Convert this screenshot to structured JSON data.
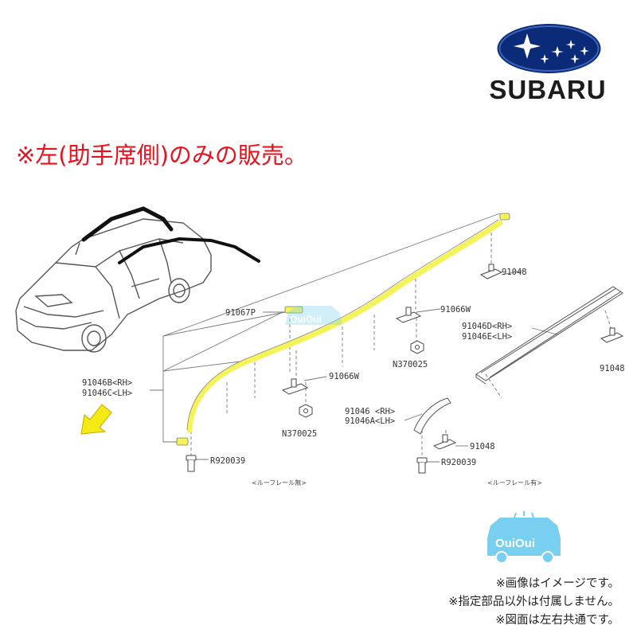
{
  "brand": {
    "name": "SUBARU",
    "logo_icon": "pleiades-star-emblem-icon",
    "colors": {
      "oval": "#0b2a78",
      "star": "#ffffff"
    }
  },
  "headline": {
    "text": "※左(助手席側)のみの販売。",
    "color": "#e8121f"
  },
  "diagram": {
    "highlight_color": "#f4f45a",
    "arrow_color": "#f5ea14",
    "part_labels": {
      "p91048_top": "91048",
      "p91067P": "91067P",
      "p91066W_top": "91066W",
      "p91046D": "91046D<RH>",
      "p91046E": "91046E<LH>",
      "pN370025_top": "N370025",
      "p91048_right": "91048",
      "p91046B": "91046B<RH>",
      "p91046C": "91046C<LH>",
      "p91066W_mid": "91066W",
      "p91046": "91046 <RH>",
      "p91046A": "91046A<LH>",
      "pN370025_mid": "N370025",
      "p91048_bottom": "91048",
      "pR920039_left": "R920039",
      "pR920039_right": "R920039"
    },
    "captions": {
      "without_roof_rail": "<ルーフレール無>",
      "with_roof_rail": "<ルーフレール有>"
    },
    "icons": [
      "car-outline-icon",
      "highlight-arrow-icon",
      "bolt-icon",
      "clip-icon",
      "mascot-car-icon"
    ]
  },
  "watermark": {
    "text": "OuiOui"
  },
  "notes": [
    "※画像はイメージです。",
    "※指定部品以外は付属しません。",
    "※図面は左右共通です。"
  ]
}
